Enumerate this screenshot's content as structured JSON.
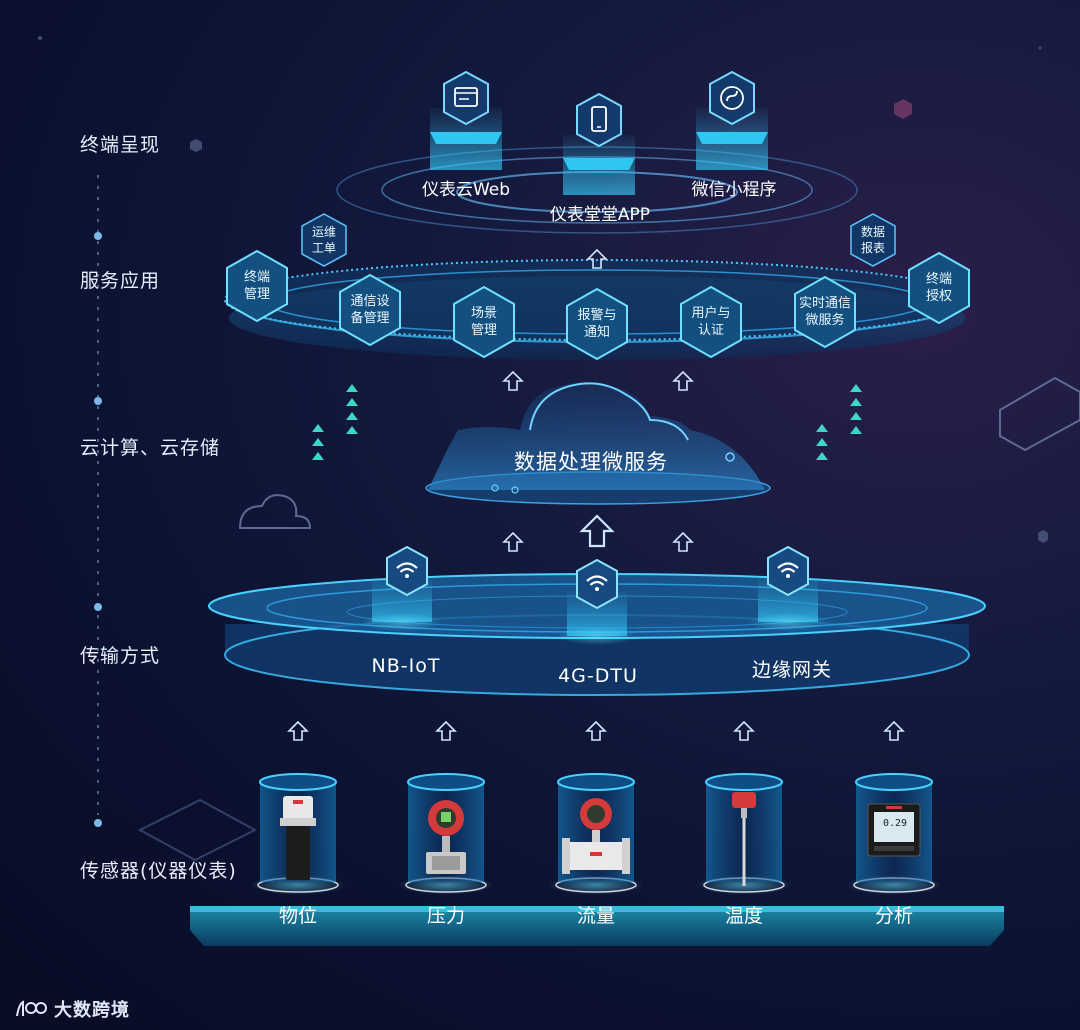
{
  "layers": [
    {
      "label": "终端呈现"
    },
    {
      "label": "服务应用"
    },
    {
      "label": "云计算、云存储"
    },
    {
      "label": "传输方式"
    },
    {
      "label": "传感器(仪器仪表)"
    }
  ],
  "terminals": [
    {
      "label": "仪表云Web",
      "icon": "browser-icon"
    },
    {
      "label": "仪表堂堂APP",
      "icon": "mobile-phone-icon"
    },
    {
      "label": "微信小程序",
      "icon": "mini-program-icon"
    }
  ],
  "services_top": [
    {
      "line1": "运维",
      "line2": "工单"
    },
    {
      "line1": "数据",
      "line2": "报表"
    }
  ],
  "services": [
    {
      "line1": "终端",
      "line2": "管理"
    },
    {
      "line1": "通信设",
      "line2": "备管理"
    },
    {
      "line1": "场景",
      "line2": "管理"
    },
    {
      "line1": "报警与",
      "line2": "通知"
    },
    {
      "line1": "用户与",
      "line2": "认证"
    },
    {
      "line1": "实时通信",
      "line2": "微服务"
    },
    {
      "line1": "终端",
      "line2": "授权"
    }
  ],
  "cloud": {
    "label": "数据处理微服务"
  },
  "transport": [
    {
      "label": "NB-IoT",
      "icon": "wifi-icon"
    },
    {
      "label": "4G-DTU",
      "icon": "wifi-icon"
    },
    {
      "label": "边缘网关",
      "icon": "wifi-icon"
    }
  ],
  "sensors": [
    {
      "label": "物位",
      "device": "ultrasonic-level-meter"
    },
    {
      "label": "压力",
      "device": "pressure-transmitter"
    },
    {
      "label": "流量",
      "device": "electromagnetic-flowmeter"
    },
    {
      "label": "温度",
      "device": "temperature-sensor"
    },
    {
      "label": "分析",
      "device": "analyzer-display"
    }
  ],
  "analyzer_reading": "0.29",
  "brand": {
    "name": "大数跨境"
  },
  "colors": {
    "accent": "#3fd6ff",
    "panel": "#1e5a8a",
    "background": "#0b1130"
  }
}
